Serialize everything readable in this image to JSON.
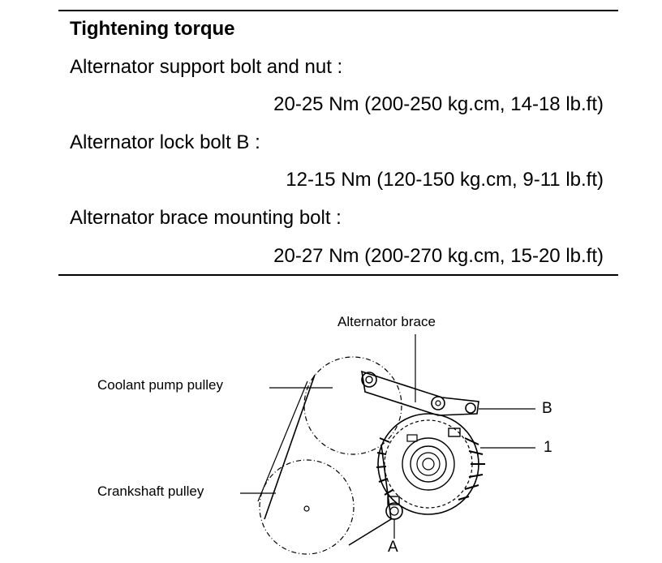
{
  "spec": {
    "heading": "Tightening torque",
    "items": [
      {
        "label": "Alternator support bolt and nut :",
        "value": "20-25 Nm (200-250 kg.cm, 14-18 lb.ft)"
      },
      {
        "label": "Alternator lock bolt B :",
        "value": "12-15 Nm (120-150 kg.cm, 9-11 lb.ft)"
      },
      {
        "label": "Alternator brace mounting bolt :",
        "value": "20-27 Nm (200-270 kg.cm, 15-20 lb.ft)"
      }
    ]
  },
  "figure": {
    "callouts": {
      "alternator_brace": "Alternator brace",
      "coolant_pump_pulley": "Coolant pump pulley",
      "crankshaft_pulley": "Crankshaft pulley",
      "b": "B",
      "one": "1",
      "a": "A"
    }
  }
}
